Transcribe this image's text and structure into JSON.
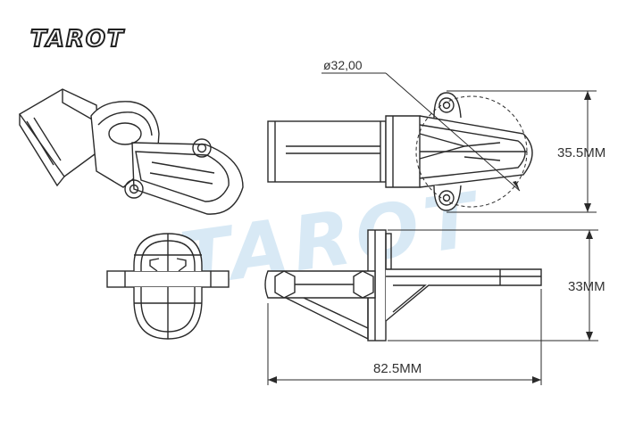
{
  "brand": {
    "logo": "TAROT",
    "watermark": "TAROT"
  },
  "dimensions": {
    "diameter": "ø32,00",
    "height_top": "35.5MM",
    "height_side": "33MM",
    "length": "82.5MM"
  },
  "colors": {
    "line": "#2a2a2a",
    "watermark": "#cfe3f2",
    "text": "#333333"
  }
}
